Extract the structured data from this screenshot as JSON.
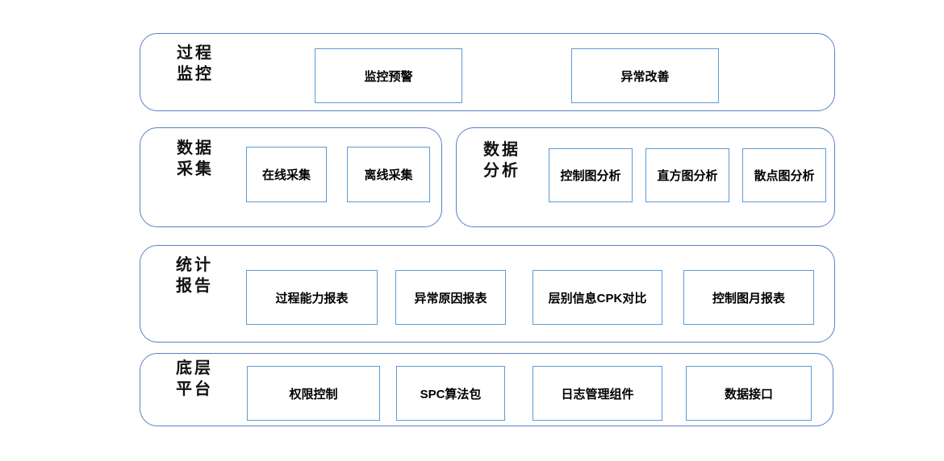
{
  "colors": {
    "container_border": "#5B7FC7",
    "module_border": "#5B9BD5",
    "text": "#000000",
    "background": "#FFFFFF"
  },
  "layers": [
    {
      "id": "process-monitoring",
      "title_lines": [
        "过程",
        "监控"
      ],
      "modules": [
        {
          "label": "监控预警"
        },
        {
          "label": "异常改善"
        }
      ]
    },
    {
      "id": "data-collection",
      "title_lines": [
        "数据",
        "采集"
      ],
      "modules": [
        {
          "label": "在线采集"
        },
        {
          "label": "离线采集"
        }
      ]
    },
    {
      "id": "data-analysis",
      "title_lines": [
        "数据",
        "分析"
      ],
      "modules": [
        {
          "label": "控制图分析"
        },
        {
          "label": "直方图分析"
        },
        {
          "label": "散点图分析"
        }
      ]
    },
    {
      "id": "statistical-report",
      "title_lines": [
        "统计",
        "报告"
      ],
      "modules": [
        {
          "label": "过程能力报表"
        },
        {
          "label": "异常原因报表"
        },
        {
          "label": "层别信息CPK对比"
        },
        {
          "label": "控制图月报表"
        }
      ]
    },
    {
      "id": "base-platform",
      "title_lines": [
        "底层",
        "平台"
      ],
      "modules": [
        {
          "label": "权限控制"
        },
        {
          "label": "SPC算法包"
        },
        {
          "label": "日志管理组件"
        },
        {
          "label": "数据接口"
        }
      ]
    }
  ]
}
